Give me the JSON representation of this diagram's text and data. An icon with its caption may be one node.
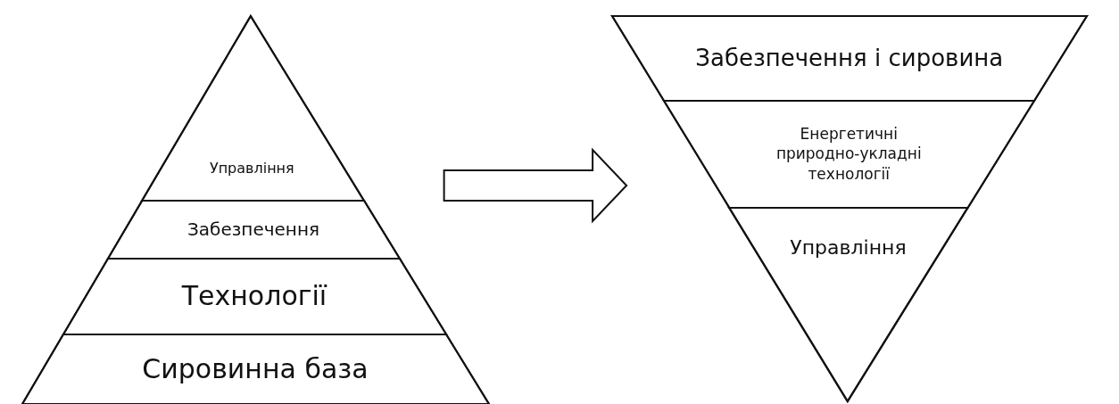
{
  "diagram": {
    "nodes": [
      {
        "text": [],
        "shape": "triangle"
      },
      {
        "text": [
          "Управління"
        ],
        "in": 0
      },
      {
        "text": [
          "Забезпечення"
        ],
        "in": 0
      },
      {
        "text": [
          "Технології"
        ],
        "in": 0
      },
      {
        "text": [
          "Сировинна база"
        ],
        "in": 0
      },
      {
        "text": [],
        "shape": "triangle"
      },
      {
        "text": [
          "Забезпечення і сировина"
        ],
        "in": 5
      },
      {
        "text": [
          "Енергетичні природно-укладні технології"
        ],
        "in": 5
      },
      {
        "text": [
          "Управління"
        ],
        "in": 5
      }
    ],
    "edges": [
      {
        "from": 0,
        "to": 5,
        "arrow": "to",
        "style": "thick"
      }
    ]
  }
}
